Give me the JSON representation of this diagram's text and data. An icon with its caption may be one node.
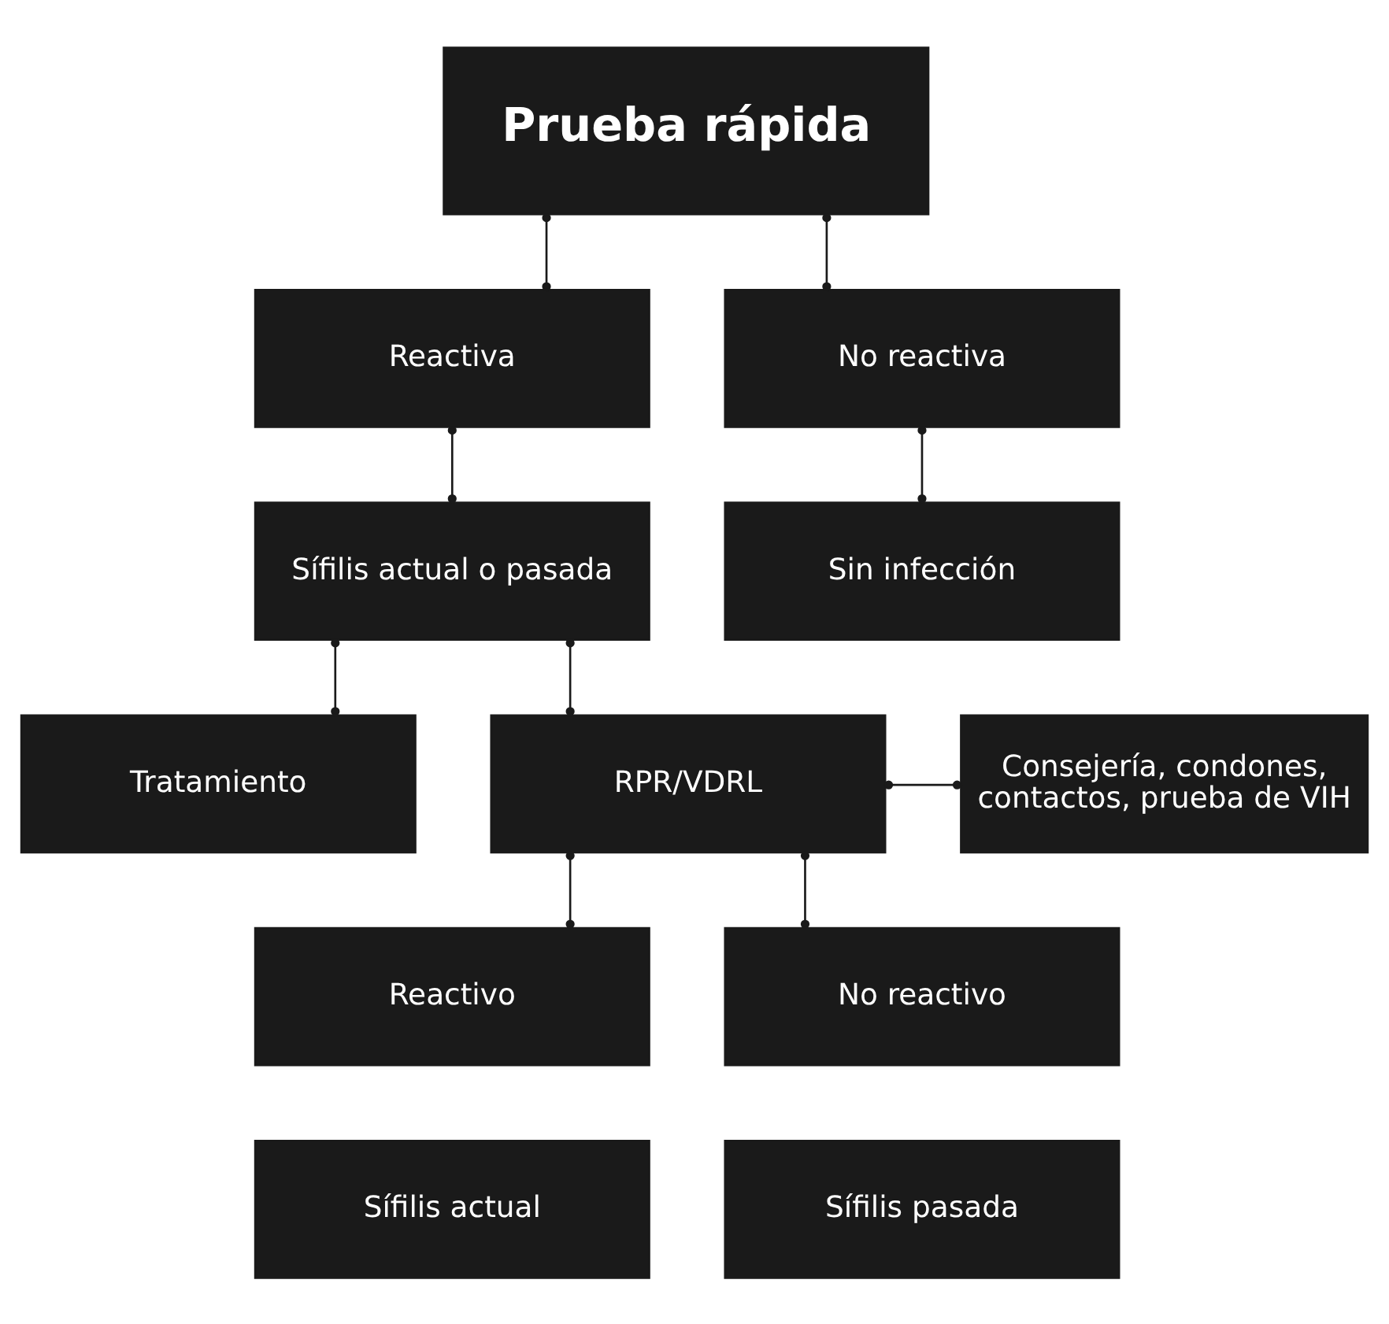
{
  "diagram": {
    "nodes": [
      {
        "text": [
          "Prueba rápida"
        ]
      },
      {
        "text": [
          "Reactiva"
        ]
      },
      {
        "text": [
          "No reactiva"
        ]
      },
      {
        "text": [
          "Sífilis actual o pasada"
        ]
      },
      {
        "text": [
          "Sin infección"
        ]
      },
      {
        "text": [
          "Tratamiento"
        ]
      },
      {
        "text": [
          "RPR/VDRL"
        ]
      },
      {
        "text": [
          "Consejería, condones, contactos, prueba de VIH"
        ]
      },
      {
        "text": [
          "Reactivo"
        ]
      },
      {
        "text": [
          "No reactivo"
        ]
      },
      {
        "text": [
          "Sífilis actual"
        ]
      },
      {
        "text": [
          "Sífilis pasada"
        ]
      }
    ],
    "edges": [
      {
        "from": 0,
        "to": 1,
        "arrow": "other"
      },
      {
        "from": 0,
        "to": 2,
        "arrow": "other"
      },
      {
        "from": 1,
        "to": 3,
        "arrow": "other"
      },
      {
        "from": 2,
        "to": 4,
        "arrow": "other"
      },
      {
        "from": 3,
        "to": 5,
        "arrow": "other"
      },
      {
        "from": 3,
        "to": 6,
        "arrow": "other"
      },
      {
        "from": 6,
        "to": 7,
        "arrow": "other"
      },
      {
        "from": 6,
        "to": 8,
        "arrow": "other"
      },
      {
        "from": 6,
        "to": 9,
        "arrow": "other"
      }
    ]
  }
}
